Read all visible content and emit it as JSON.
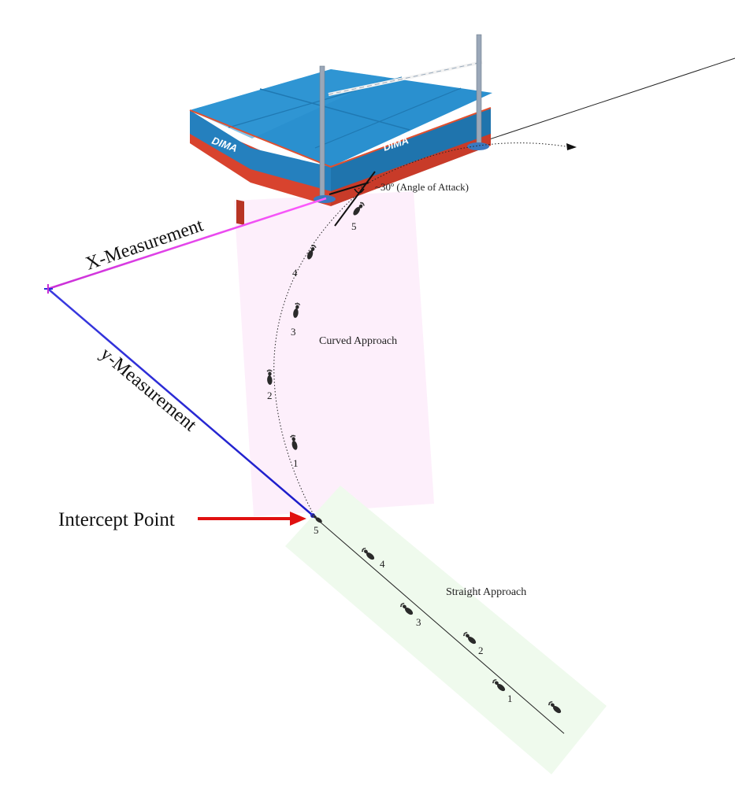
{
  "mat": {
    "brand": "DIMA"
  },
  "angle_label": "~30º (Angle of Attack)",
  "labels": {
    "x_measurement": "X-Measurement",
    "y_measurement": "y-Measurement",
    "intercept_point": "Intercept Point",
    "curved_approach": "Curved Approach",
    "straight_approach": "Straight Approach"
  },
  "curved_steps": [
    "5",
    "4",
    "3",
    "2",
    "1"
  ],
  "straight_steps": [
    "5",
    "4",
    "3",
    "2",
    "1"
  ],
  "colors": {
    "mat_blue": "#2a86c4",
    "mat_red": "#d8432e",
    "x_line": "#e33de6",
    "y_line": "#2b2bd9",
    "intercept_arrow": "#e01010",
    "curved_zone": "#fdeefb",
    "straight_zone": "#eefaec"
  }
}
